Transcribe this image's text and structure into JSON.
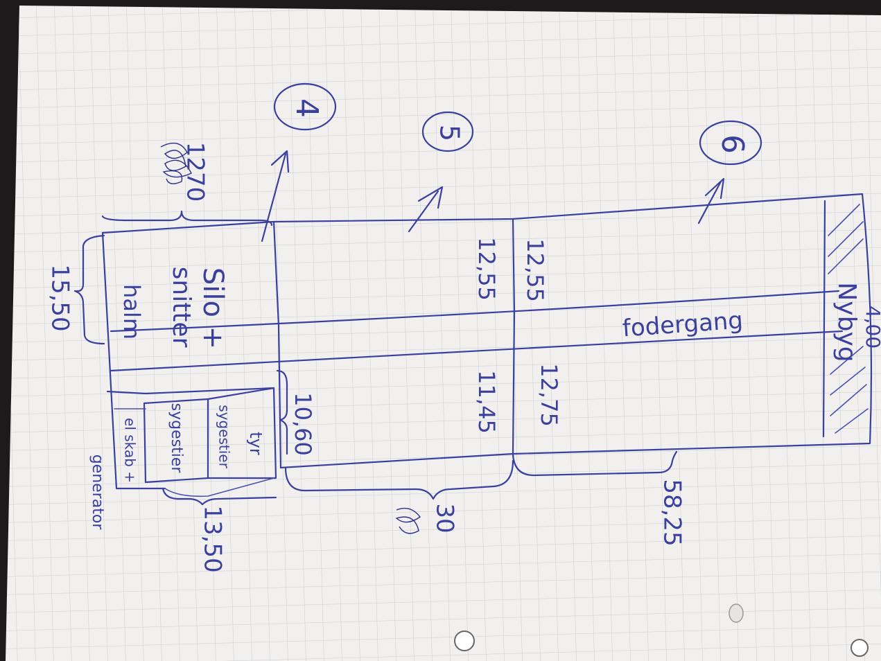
{
  "colors": {
    "ink": "#3a3fa0",
    "paper": "#f1f0ee",
    "grid": "#c9cbd2",
    "desk": "#1c1a1a"
  },
  "section_numbers": [
    "4",
    "5",
    "6"
  ],
  "rooms": {
    "silo": "Silo +",
    "snitter": "snitter",
    "halm": "halm",
    "tyr": "tyr",
    "sygestier_1": "sygestier",
    "sygestier_2": "sygestier",
    "el_skab": "el skab +",
    "generator": "generator",
    "nybyg": "Nybyg",
    "fodergang": "fodergang"
  },
  "dimensions": {
    "d_1270": "1270",
    "d_1550": "15,50",
    "d_1255_a": "12,55",
    "d_1255_b": "12,55",
    "d_1275": "12,75",
    "d_1145": "11,45",
    "d_1060": "10,60",
    "d_1350": "13,50",
    "d_30": "30",
    "d_5825": "58,25",
    "d_400": "4,00"
  }
}
